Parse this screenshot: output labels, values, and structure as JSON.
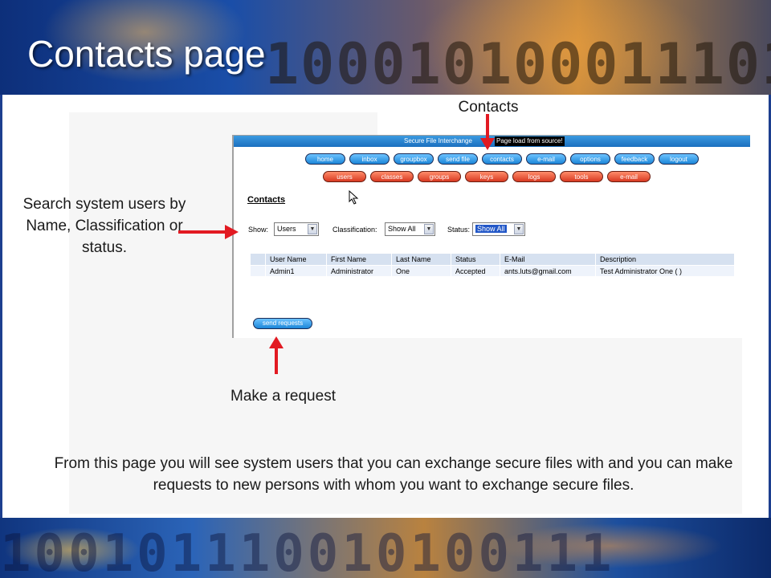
{
  "slide": {
    "title": "Contacts page"
  },
  "annotations": {
    "contacts": "Contacts",
    "search": "Search system users by Name, Classification or status.",
    "request": "Make a request",
    "description": "From this page you will see system users that you can exchange secure files with and you can make requests to new persons with whom you want to exchange secure files."
  },
  "app": {
    "titlebar": "Secure File Interchange",
    "load_message": "Page load from source!",
    "nav_primary": [
      "home",
      "inbox",
      "groupbox",
      "send file",
      "contacts",
      "e-mail",
      "options",
      "feedback",
      "logout"
    ],
    "nav_admin": [
      "users",
      "classes",
      "groups",
      "keys",
      "logs",
      "tools",
      "e-mail"
    ],
    "heading": "Contacts",
    "filters": {
      "show_label": "Show:",
      "show_value": "Users",
      "classification_label": "Classification:",
      "classification_value": "Show All",
      "status_label": "Status:",
      "status_value": "Show All"
    },
    "table": {
      "columns": [
        "User Name",
        "First Name",
        "Last Name",
        "Status",
        "E-Mail",
        "Description"
      ],
      "rows": [
        [
          "Admin1",
          "Administrator",
          "One",
          "Accepted",
          "ants.luts@gmail.com",
          "Test Administrator One (              )"
        ]
      ]
    },
    "send_requests_label": "send requests"
  },
  "colors": {
    "annotation_arrow": "#e21a22",
    "primary_nav": "#1c86d8",
    "admin_nav": "#d83a22",
    "frame": "#1d3f8f"
  }
}
